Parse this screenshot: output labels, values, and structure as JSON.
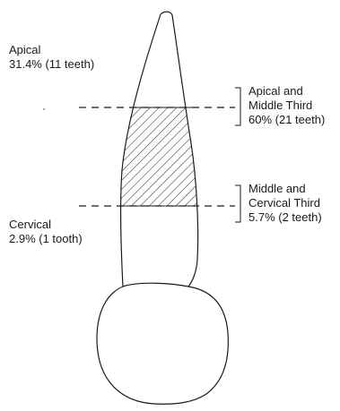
{
  "labels": {
    "apical": {
      "name": "Apical",
      "value": "31.4% (11 teeth)"
    },
    "apical_middle": {
      "line1": "Apical and",
      "line2": "Middle Third",
      "value": "60% (21 teeth)"
    },
    "middle_cervical": {
      "line1": "Middle and",
      "line2": "Cervical Third",
      "value": "5.7% (2 teeth)"
    },
    "cervical": {
      "name": "Cervical",
      "value": "2.9% (1 tooth)"
    }
  }
}
